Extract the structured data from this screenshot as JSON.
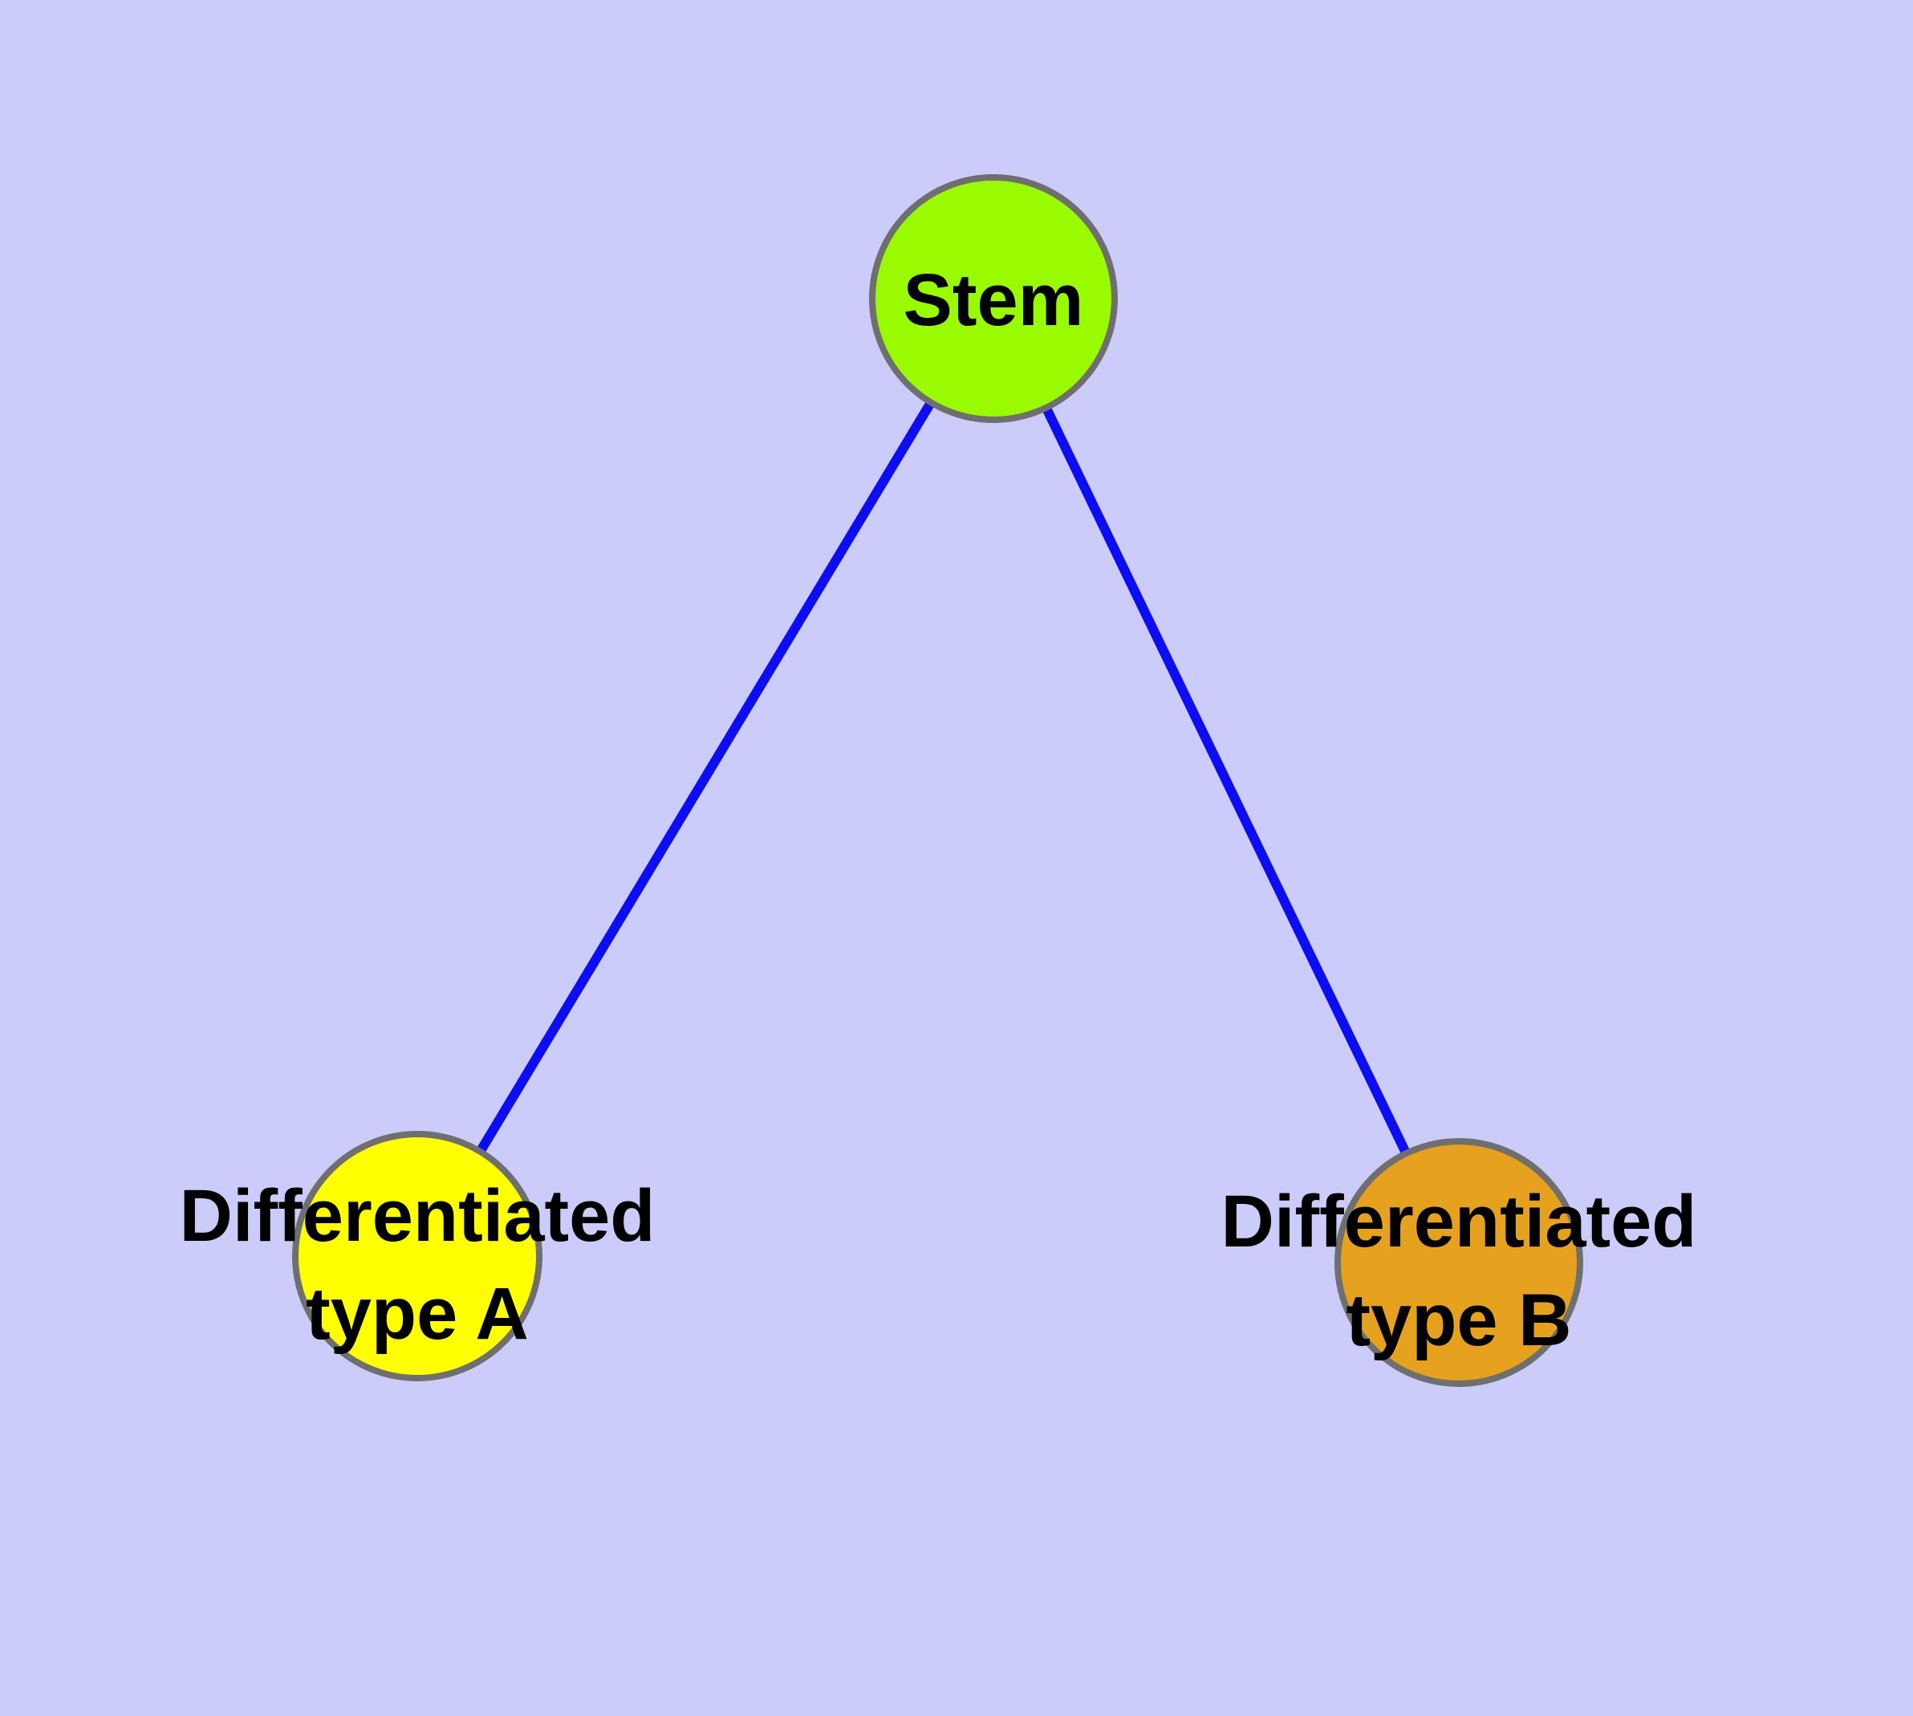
{
  "diagram": {
    "type": "graph",
    "description": "Cell differentiation tree: one stem node connected to two differentiated type nodes",
    "background_color": "#CCCCFA",
    "node_border_color": "#6F6F6F",
    "edge_color": "#0D0DF2",
    "label_color": "#000000",
    "nodes": [
      {
        "id": "stem",
        "label": "Stem",
        "lines": [
          "Stem"
        ],
        "color": "#9AFB00"
      },
      {
        "id": "type-a",
        "label": "Differentiated type A",
        "lines": [
          "Differentiated",
          "type A"
        ],
        "color": "#FFFF00"
      },
      {
        "id": "type-b",
        "label": "Differentiated type B",
        "lines": [
          "Differentiated",
          "type B"
        ],
        "color": "#E6A11E"
      }
    ],
    "edges": [
      {
        "from": "Stem",
        "to": "Differentiated type A"
      },
      {
        "from": "Stem",
        "to": "Differentiated type B"
      }
    ]
  }
}
